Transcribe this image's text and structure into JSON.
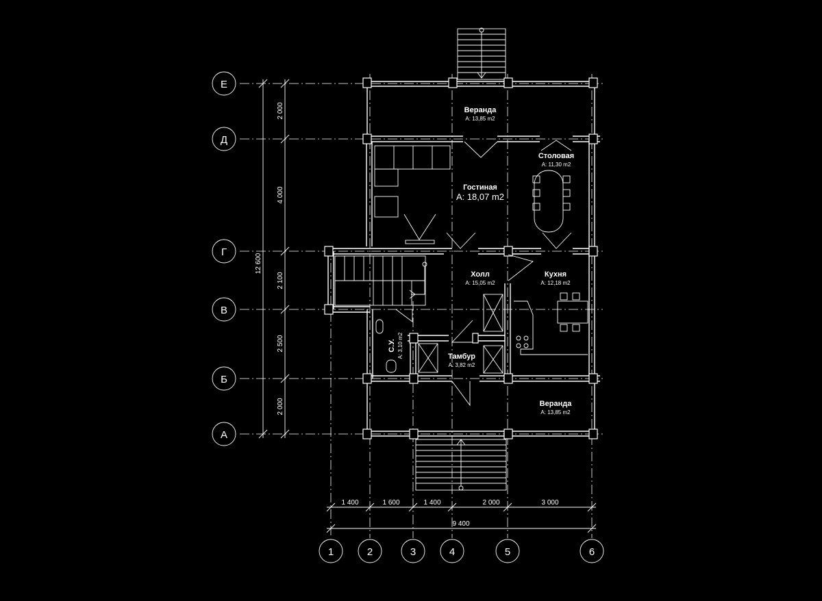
{
  "rooms": {
    "veranda_top": {
      "name": "Веранда",
      "area": "A: 13,85 m2"
    },
    "living": {
      "name": "Гостиная",
      "area": "A: 18,07 m2"
    },
    "dining": {
      "name": "Столовая",
      "area": "A: 11,30 m2"
    },
    "hall": {
      "name": "Холл",
      "area": "A: 15,05 m2"
    },
    "kitchen": {
      "name": "Кухня",
      "area": "A: 12,18 m2"
    },
    "bath": {
      "name": "С.У.",
      "area": "A: 3,10 m2"
    },
    "vestibule": {
      "name": "Тамбур",
      "area": "A: 3,82 m2"
    },
    "veranda_bottom": {
      "name": "Веранда",
      "area": "A: 13,85 m2"
    }
  },
  "axes": {
    "letters": [
      "Е",
      "Д",
      "Г",
      "В",
      "Б",
      "А"
    ],
    "numbers": [
      "1",
      "2",
      "3",
      "4",
      "5",
      "6"
    ]
  },
  "dimensions": {
    "vertical": [
      "2 000",
      "4 000",
      "2 100",
      "2 500",
      "2 000"
    ],
    "vertical_total": "12 600",
    "horizontal": [
      "1 400",
      "1 600",
      "1 400",
      "2 000",
      "3 000"
    ],
    "horizontal_total": "9 400"
  }
}
